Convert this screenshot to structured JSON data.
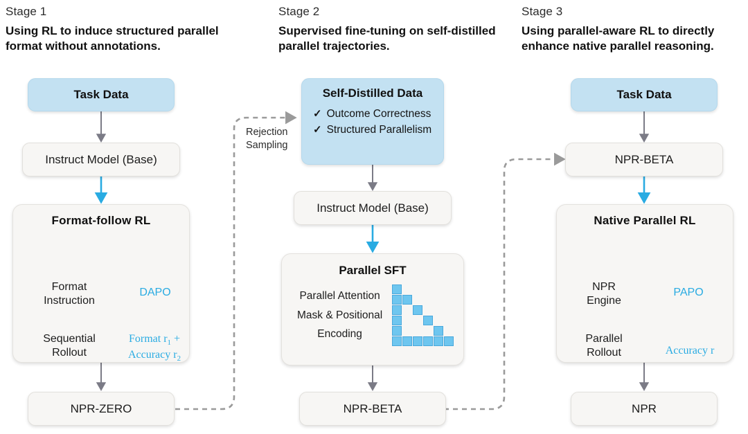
{
  "colors": {
    "accent_cyan": "#29abe2",
    "data_box_blue": "#c3e1f2",
    "plain_box": "#f7f6f4",
    "arrow_gray": "#7b7b86",
    "dashed_gray": "#9a9a9a",
    "mask_cell": "#6ec6ef"
  },
  "stages": [
    {
      "label": "Stage 1",
      "description": "Using RL to induce structured parallel format without annotations.",
      "top_box": "Task Data",
      "mid_box": "Instruct Model (Base)",
      "rl_title": "Format-follow RL",
      "rl_left_top": "Format\nInstruction",
      "rl_left_bottom": "Sequential\nRollout",
      "rl_right_top": "DAPO",
      "rl_right_bottom_line1": "Format r",
      "rl_right_bottom_sub1": "1",
      "rl_right_bottom_plus": " +",
      "rl_right_bottom_line2": "Accuracy r",
      "rl_right_bottom_sub2": "2",
      "out_box": "NPR-ZERO"
    },
    {
      "label": "Stage 2",
      "description": "Supervised fine-tuning on self-distilled parallel trajectories.",
      "top_box_title": "Self-Distilled Data",
      "top_box_items": [
        "Outcome Correctness",
        "Structured Parallelism"
      ],
      "check_glyph": "✓",
      "mid_box": "Instruct Model (Base)",
      "sft_title": "Parallel SFT",
      "sft_lines": [
        "Parallel Attention",
        "Mask & Positional",
        "Encoding"
      ],
      "out_box": "NPR-BETA"
    },
    {
      "label": "Stage 3",
      "description": "Using parallel-aware RL to directly enhance native parallel reasoning.",
      "top_box": "Task Data",
      "mid_box": "NPR-BETA",
      "rl_title": "Native Parallel  RL",
      "rl_left_top": "NPR\nEngine",
      "rl_left_bottom": "Parallel\nRollout",
      "rl_right_top": "PAPO",
      "rl_right_bottom": "Accuracy r",
      "out_box": "NPR"
    }
  ],
  "connectors": {
    "rejection_sampling_label": "Rejection\nSampling"
  },
  "mask_matrix": [
    [
      1,
      0,
      0,
      0,
      0,
      0
    ],
    [
      1,
      1,
      0,
      0,
      0,
      0
    ],
    [
      1,
      0,
      1,
      0,
      0,
      0
    ],
    [
      1,
      0,
      0,
      1,
      0,
      0
    ],
    [
      1,
      0,
      0,
      0,
      1,
      0
    ],
    [
      1,
      1,
      1,
      1,
      1,
      1
    ]
  ]
}
